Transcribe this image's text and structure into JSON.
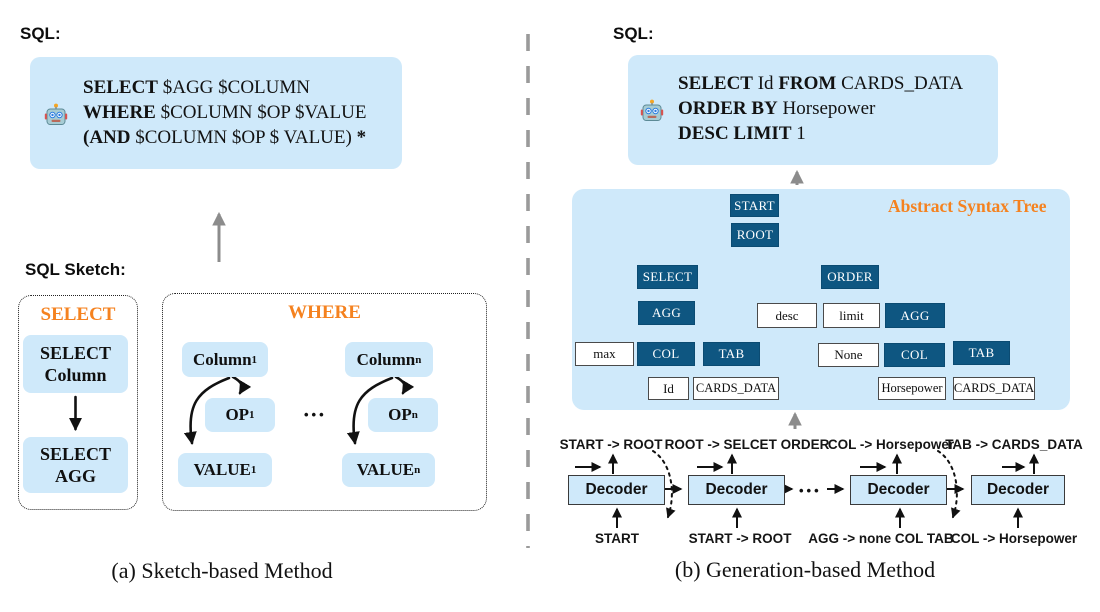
{
  "icons": {
    "robot-icon": "🤖"
  },
  "colors": {
    "light_blue": "#cfe9fa",
    "dark_node": "#0e5681",
    "orange": "#f5821f",
    "arrow_gray": "#8c8c8c"
  },
  "left": {
    "sql_label": "SQL:",
    "sql_lines": [
      [
        {
          "t": "SELECT",
          "b": true
        },
        {
          "t": " $AGG $COLUMN"
        }
      ],
      [
        {
          "t": "WHERE",
          "b": true
        },
        {
          "t": " $COLUMN $OP $VALUE"
        }
      ],
      [
        {
          "t": "(AND",
          "b": true
        },
        {
          "t": " $COLUMN $OP $ VALUE) "
        },
        {
          "t": "*",
          "b": true
        }
      ]
    ],
    "sketch_label": "SQL Sketch:",
    "select_group": {
      "title": "SELECT",
      "box1": "SELECT\nColumn",
      "box2": "SELECT\nAGG"
    },
    "where_group": {
      "title": "WHERE",
      "col": "Column",
      "op": "OP",
      "value": "VALUE",
      "sub_1": "1",
      "sub_n": "n",
      "dots": "•••"
    },
    "caption": "(a) Sketch-based Method"
  },
  "right": {
    "sql_label": "SQL:",
    "sql_lines": [
      [
        {
          "t": "SELECT",
          "b": true
        },
        {
          "t": " Id "
        },
        {
          "t": "FROM",
          "b": true
        },
        {
          "t": " CARDS_DATA"
        }
      ],
      [
        {
          "t": "ORDER BY",
          "b": true
        },
        {
          "t": " Horsepower"
        }
      ],
      [
        {
          "t": "DESC LIMIT",
          "b": true
        },
        {
          "t": " 1"
        }
      ]
    ],
    "ast": {
      "title": "Abstract Syntax Tree",
      "nodes": [
        {
          "label": "START"
        },
        {
          "label": "ROOT"
        },
        {
          "label": "SELECT"
        },
        {
          "label": "ORDER"
        },
        {
          "label": "AGG"
        },
        {
          "label": "desc"
        },
        {
          "label": "limit"
        },
        {
          "label": "AGG"
        },
        {
          "label": "max"
        },
        {
          "label": "COL"
        },
        {
          "label": "TAB"
        },
        {
          "label": "None"
        },
        {
          "label": "COL"
        },
        {
          "label": "TAB"
        },
        {
          "label": "Id"
        },
        {
          "label": "CARDS_DATA"
        },
        {
          "label": "Horsepower"
        },
        {
          "label": "CARDS_DATA"
        }
      ]
    },
    "decoders": [
      {
        "label": "Decoder",
        "output": "START -> ROOT",
        "input": "START"
      },
      {
        "label": "Decoder",
        "output": "ROOT -> SELCET ORDER",
        "input": "START -> ROOT"
      },
      {
        "label": "Decoder",
        "output": "COL -> Horsepower",
        "input": "AGG -> none COL TAB"
      },
      {
        "label": "Decoder",
        "output": "TAB -> CARDS_DATA",
        "input": "COL -> Horsepower"
      }
    ],
    "dots": "•••",
    "caption": "(b) Generation-based Method"
  }
}
